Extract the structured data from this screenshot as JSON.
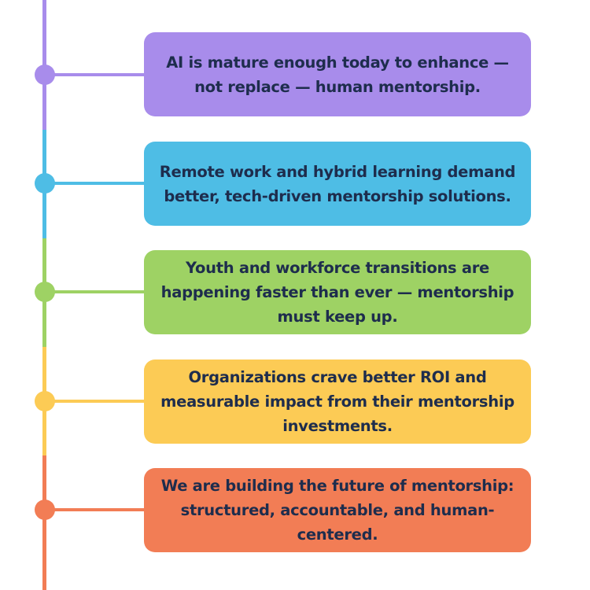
{
  "timeline": {
    "items": [
      {
        "text": "AI is mature enough today to enhance — not replace — human mentorship.",
        "color": "#a88ceb"
      },
      {
        "text": "Remote work and hybrid learning demand better, tech-driven mentorship solutions.",
        "color": "#4ebde5"
      },
      {
        "text": "Youth and workforce transitions are happening faster than ever — mentorship must keep up.",
        "color": "#9ed264"
      },
      {
        "text": "Organizations crave better ROI and measurable impact from their mentorship investments.",
        "color": "#fccb55"
      },
      {
        "text": "We are building the future of mentorship: structured, accountable, and human-centered.",
        "color": "#f27d55"
      }
    ]
  }
}
